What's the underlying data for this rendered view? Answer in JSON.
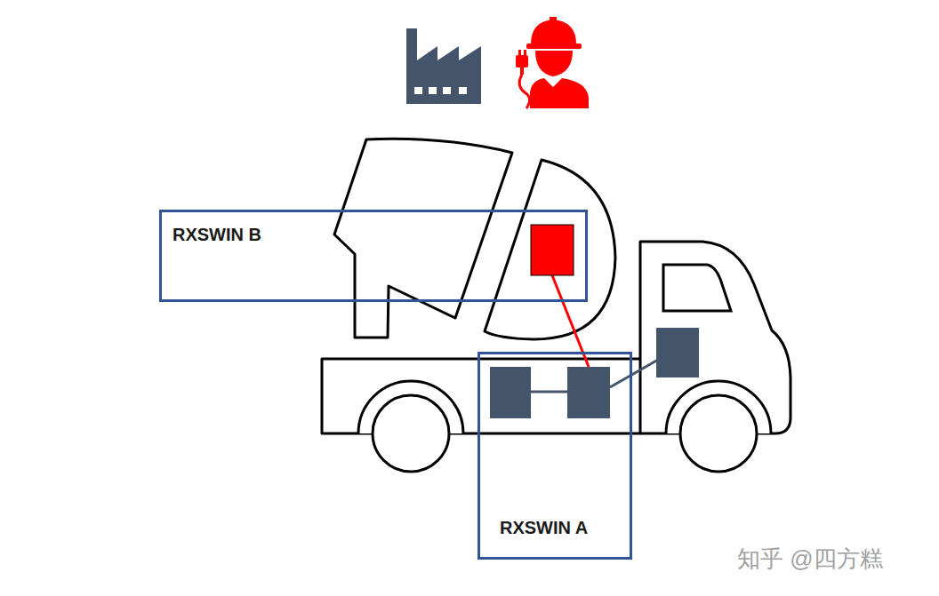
{
  "diagram": {
    "nodes": [
      {
        "text": [
          "RXSWIN B"
        ]
      },
      {
        "text": [
          "RXSWIN A"
        ]
      }
    ],
    "labels": [
      "知乎 @四方糕"
    ]
  }
}
